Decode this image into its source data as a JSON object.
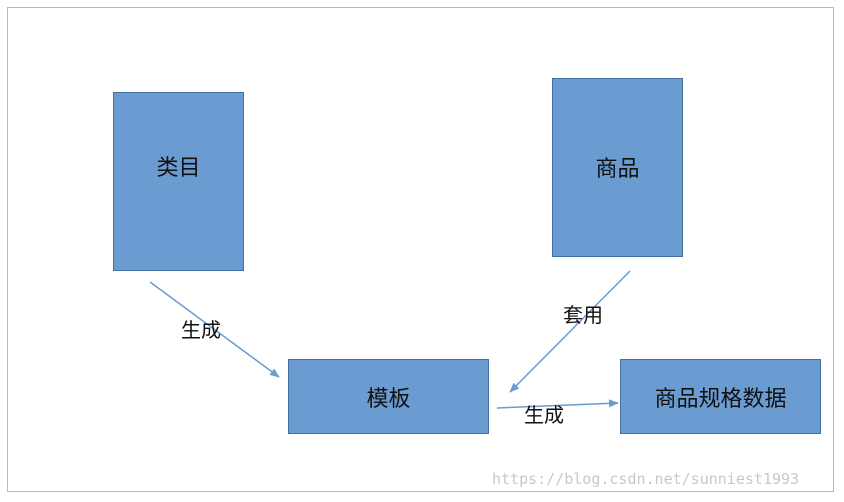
{
  "nodes": {
    "category": "类目",
    "product": "商品",
    "template": "模板",
    "spec_data": "商品规格数据"
  },
  "edges": {
    "category_to_template": "生成",
    "product_to_template": "套用",
    "template_to_spec": "生成"
  },
  "colors": {
    "node_fill": "#6a9bd1",
    "node_border": "#41719c",
    "arrow": "#6a9bd1",
    "frame": "#8ec3ea"
  },
  "watermark": "https://blog.csdn.net/sunniest1993"
}
